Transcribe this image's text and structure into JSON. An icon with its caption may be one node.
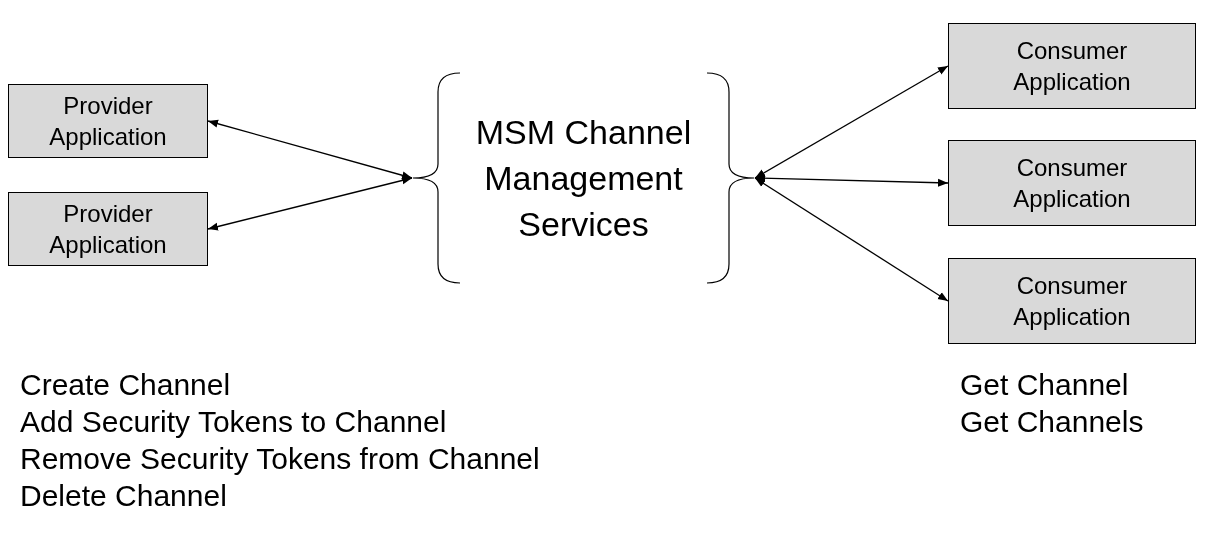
{
  "diagram": {
    "nodes": [
      {
        "text": [
          "Provider Application"
        ]
      },
      {
        "text": [
          "Provider Application"
        ]
      },
      {
        "text": [
          "MSM Channel Management Services"
        ]
      },
      {
        "text": [
          "Consumer Application"
        ]
      },
      {
        "text": [
          "Consumer Application"
        ]
      },
      {
        "text": [
          "Consumer Application"
        ]
      }
    ],
    "edges": [
      {
        "from": 0,
        "to": 2,
        "arrow": "both"
      },
      {
        "from": 1,
        "to": 2,
        "arrow": "both"
      },
      {
        "from": 2,
        "to": 3,
        "arrow": "both"
      },
      {
        "from": 2,
        "to": 4,
        "arrow": "both"
      },
      {
        "from": 2,
        "to": 5,
        "arrow": "both"
      }
    ],
    "labels": [
      "Create Channel",
      "Add Security Tokens to Channel",
      "Remove Security Tokens from Channel",
      "Delete Channel",
      "Get Channel",
      "Get Channels"
    ]
  }
}
